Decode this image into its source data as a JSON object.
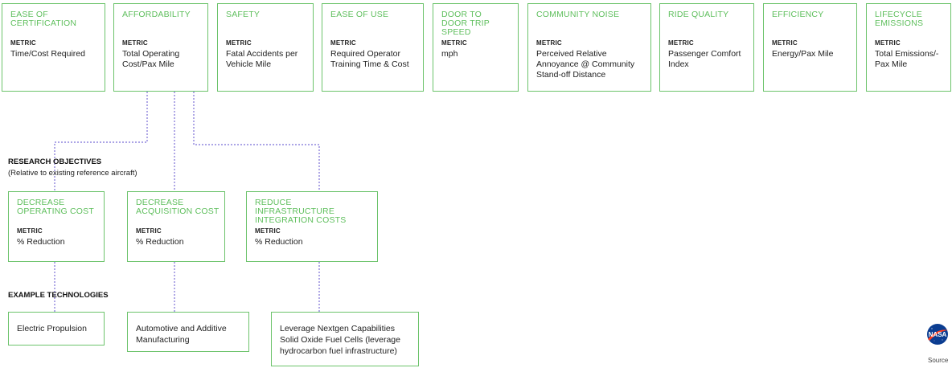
{
  "metric_label": "METRIC",
  "top_boxes": [
    {
      "title": "EASE OF CERTIFICATION",
      "metric": "Time/Cost Required"
    },
    {
      "title": "AFFORDABILITY",
      "metric": "Total Operating Cost/Pax Mile"
    },
    {
      "title": "SAFETY",
      "metric": "Fatal Accidents per Vehicle Mile"
    },
    {
      "title": "EASE OF USE",
      "metric": "Required Operator Training Time & Cost"
    },
    {
      "title": "DOOR TO DOOR TRIP SPEED",
      "metric": "mph"
    },
    {
      "title": "COMMUNITY NOISE",
      "metric": "Perceived Relative Annoyance @ Community Stand-off Distance"
    },
    {
      "title": "RIDE QUALITY",
      "metric": "Passenger Comfort Index"
    },
    {
      "title": "EFFICIENCY",
      "metric": "Energy/Pax Mile"
    },
    {
      "title": "LIFECYCLE EMISSIONS",
      "metric": "Total Emissions/-Pax Mile"
    }
  ],
  "research": {
    "heading": "RESEARCH OBJECTIVES",
    "subheading": "(Relative to existing reference aircraft)",
    "objectives": [
      {
        "title": "DECREASE OPERATING COST",
        "metric": "% Reduction"
      },
      {
        "title": "DECREASE ACQUISITION COST",
        "metric": "% Reduction"
      },
      {
        "title": "REDUCE INFRASTRUCTURE INTEGRATION COSTS",
        "metric": "% Reduction"
      }
    ]
  },
  "technologies": {
    "heading": "EXAMPLE TECHNOLOGIES",
    "items": [
      {
        "text": "Electric Propulsion"
      },
      {
        "text": "Automotive and Additive Manufacturing"
      },
      {
        "text": "Leverage Nextgen Capabilities Solid Oxide Fuel Cells (leverage hydrocarbon fuel infrastructure)"
      }
    ]
  },
  "footer": {
    "logo_text": "NASA",
    "source": "Source"
  },
  "colors": {
    "box_border": "#6cc36b",
    "title_green": "#5fbf5d",
    "connector": "#7b6fd6",
    "nasa_blue": "#0b3d91",
    "nasa_red": "#fc3d21"
  }
}
